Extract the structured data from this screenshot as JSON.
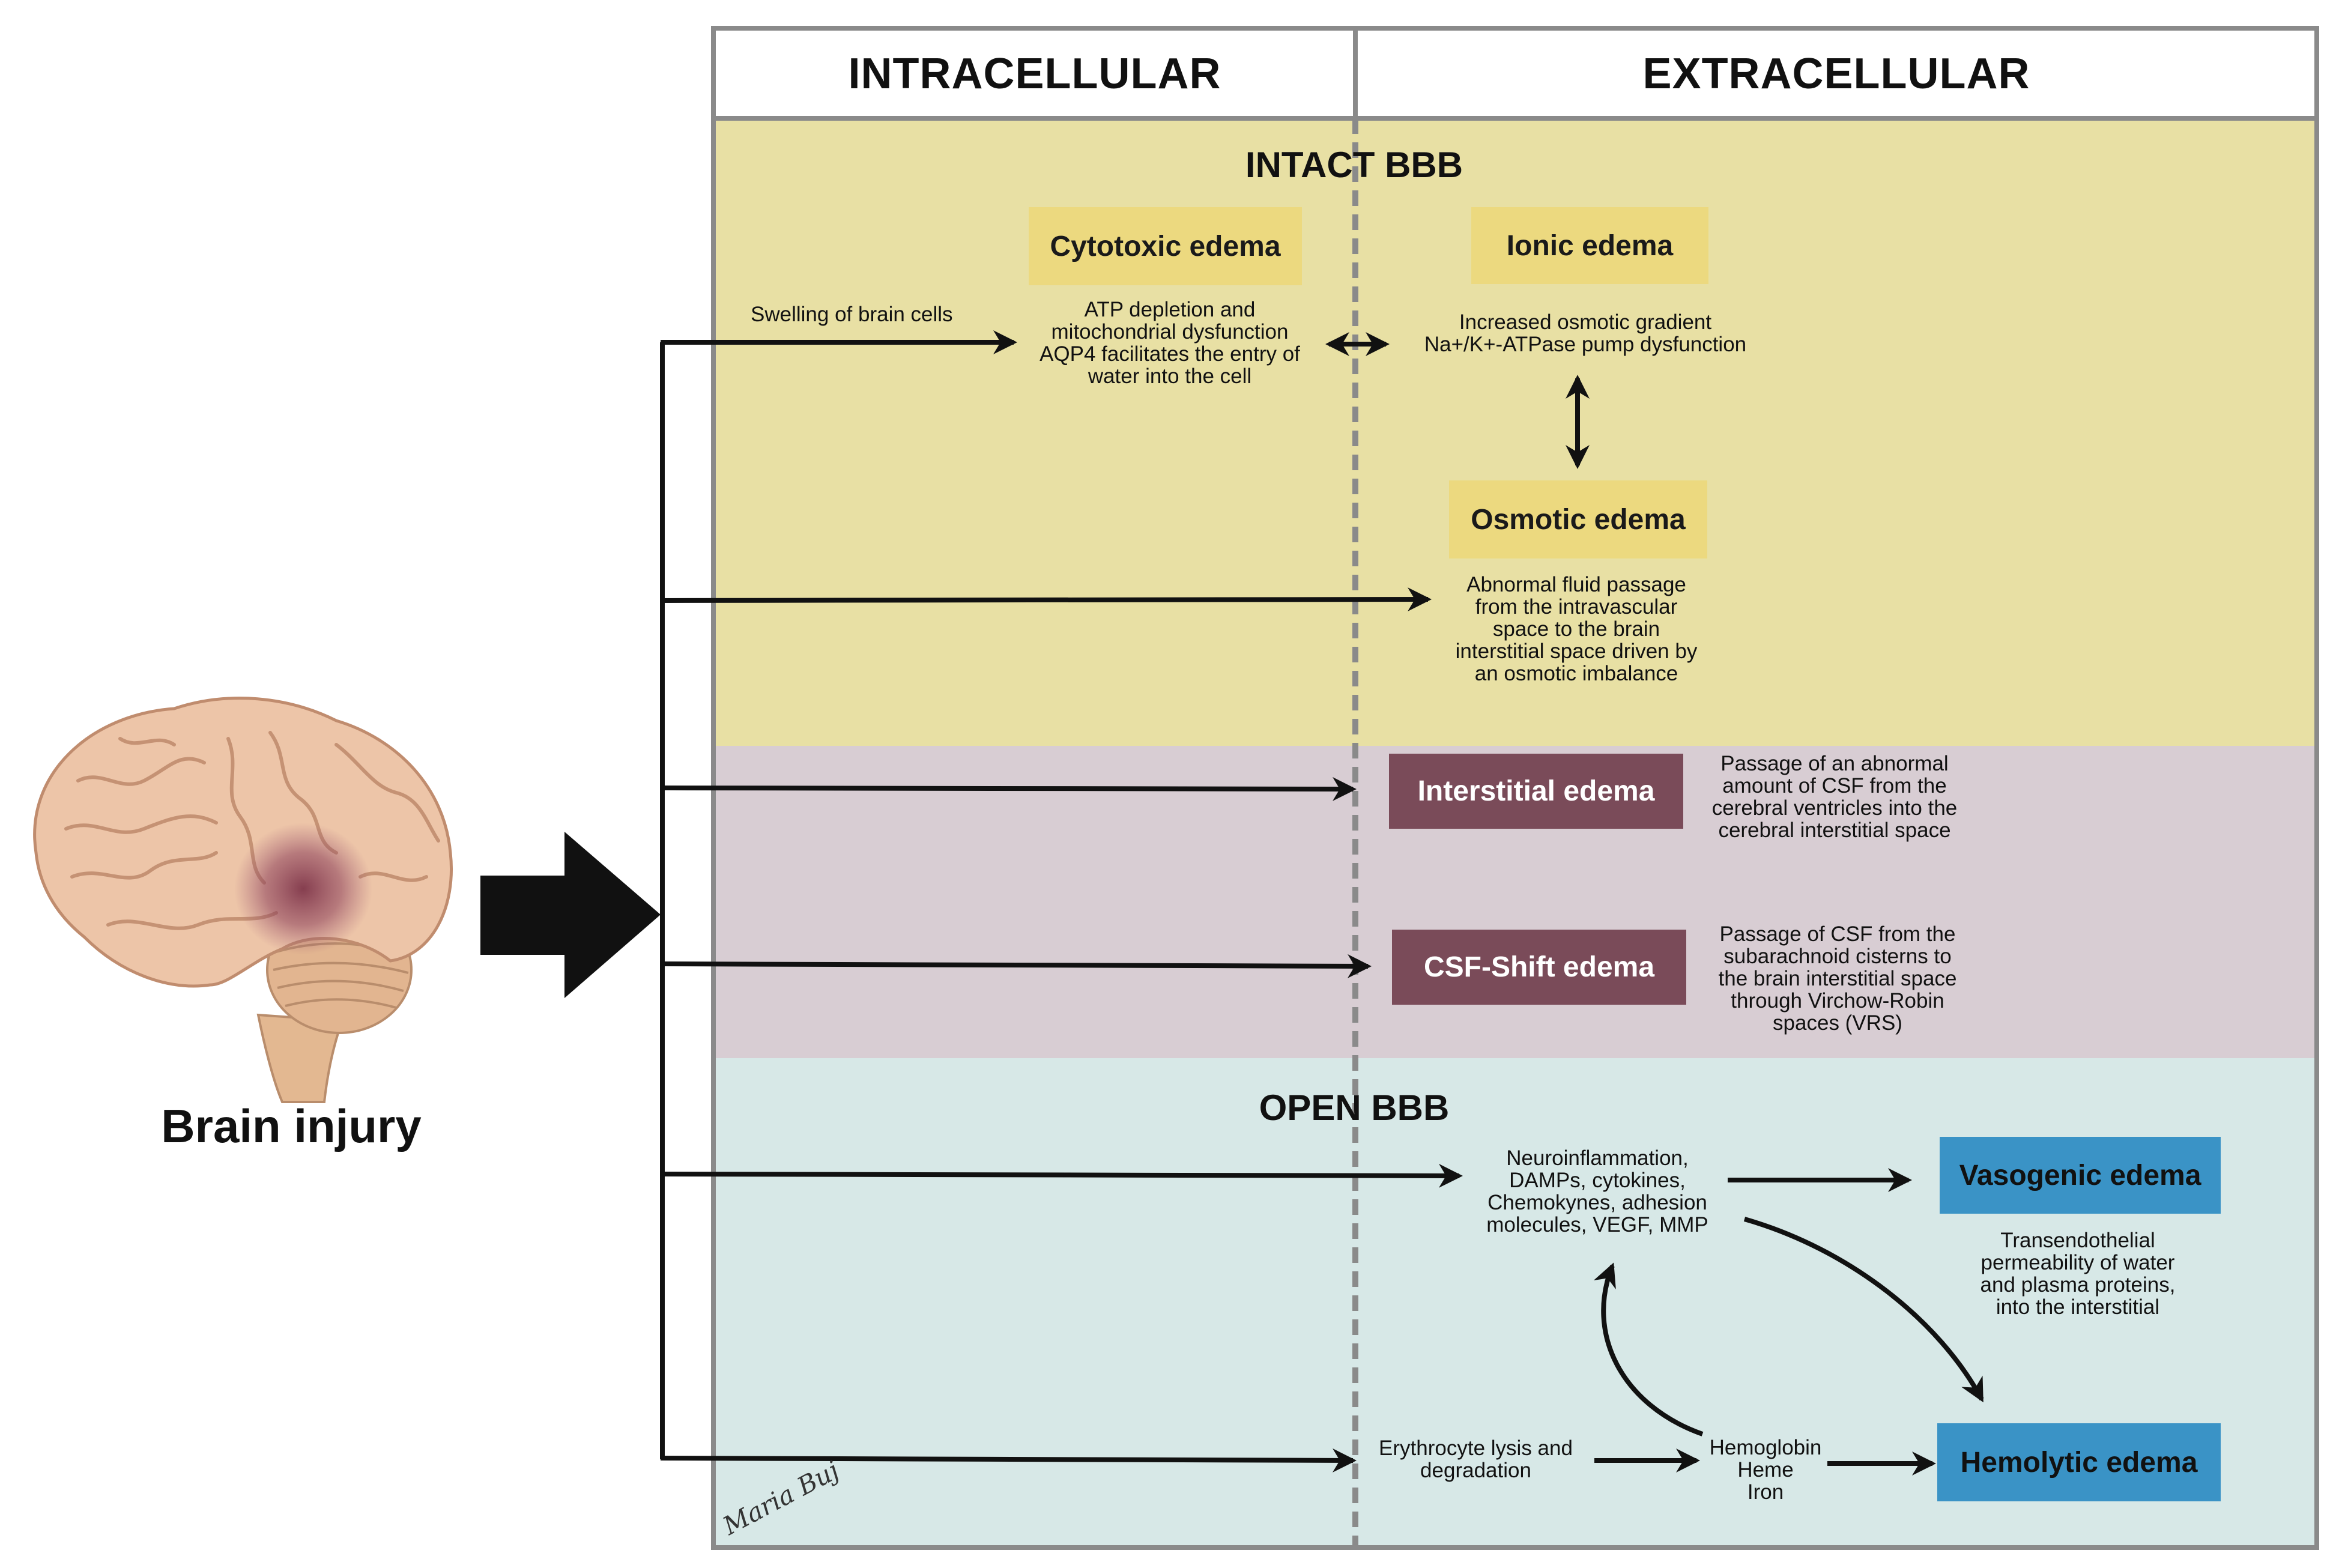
{
  "columns": {
    "intracellular": "INTRACELLULAR",
    "extracellular": "EXTRACELLULAR"
  },
  "sections": {
    "intact": "INTACT BBB",
    "open": "OPEN BBB"
  },
  "brain": {
    "label": "Brain injury"
  },
  "intact_bbb": {
    "cytotoxic": {
      "title": "Cytotoxic edema",
      "lead": "Swelling of brain cells",
      "lines": [
        "ATP depletion and",
        "mitochondrial dysfunction",
        "AQP4 facilitates the entry of",
        "water into the cell"
      ]
    },
    "ionic": {
      "title": "Ionic edema",
      "lines": [
        "Increased osmotic gradient",
        "Na+/K+-ATPase pump dysfunction"
      ]
    },
    "osmotic": {
      "title": "Osmotic edema",
      "lines": [
        "Abnormal fluid passage",
        "from the intravascular",
        "space to the brain",
        "interstitial space driven by",
        "an osmotic imbalance"
      ]
    }
  },
  "csf": {
    "interstitial": {
      "title": "Interstitial edema",
      "lines": [
        "Passage of an abnormal",
        "amount of CSF from the",
        "cerebral ventricles into the",
        "cerebral interstitial space"
      ]
    },
    "csf_shift": {
      "title": "CSF-Shift edema",
      "lines": [
        "Passage of CSF from the",
        "subarachnoid cisterns to",
        "the brain interstitial space",
        "through Virchow-Robin",
        "spaces (VRS)"
      ]
    }
  },
  "open_bbb": {
    "inflammation_lines": [
      "Neuroinflammation,",
      "DAMPs, cytokines,",
      "Chemokynes, adhesion",
      "molecules, VEGF, MMP"
    ],
    "vasogenic": {
      "title": "Vasogenic edema",
      "lines": [
        "Transendothelial",
        "permeability of water",
        "and plasma proteins,",
        "into the interstitial"
      ]
    },
    "erythrocyte_lines": [
      "Erythrocyte lysis and",
      "degradation"
    ],
    "hemoglobin_lines": [
      "Hemoglobin",
      "Heme",
      "Iron"
    ],
    "hemolytic": {
      "title": "Hemolytic edema"
    }
  },
  "signature": "Maria Buj",
  "colors": {
    "intact_band": "#e8e0a4",
    "csf_band": "#d8cdd3",
    "open_band": "#d7e8e7",
    "yellow_box": "#ecd97f",
    "purple_box": "#7a4b59",
    "blue_box": "#3a93c6",
    "frame": "#8a8a8a"
  }
}
